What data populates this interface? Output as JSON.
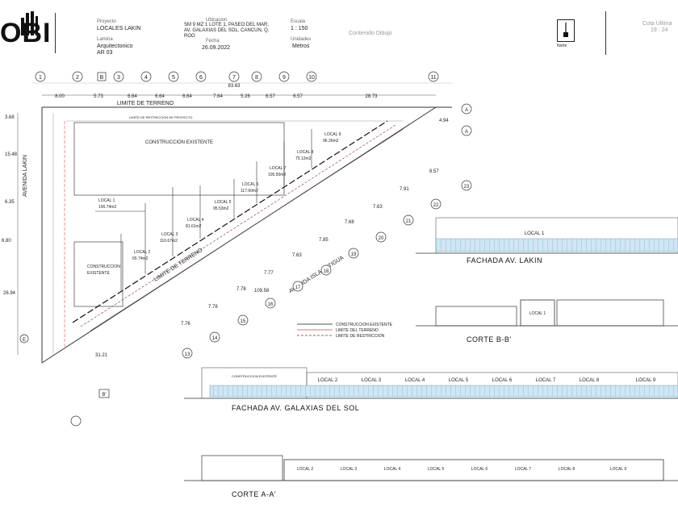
{
  "header": {
    "logo_text": "OBI",
    "field_project_label": "Proyecto",
    "project_name": "LOCALES LAKIN",
    "field_sheet_label": "Lamina",
    "sheet_name": "Arquitectonico",
    "sheet_code": "AR 03",
    "field_location_label": "Ubicacion",
    "location_line1": "SM 9 MZ 1 LOTE 1, PASEO DEL MAR,",
    "location_line2": "AV. GALAXIAS DEL SOL, CANCUN, Q.",
    "location_line3": "ROO",
    "field_date_label": "Fecha",
    "date": "26.09.2022",
    "field_scale_label": "Escala",
    "scale": "1 : 150",
    "field_units_label": "Unidades",
    "units": "Metros",
    "field_drawn_label": "Contenido Dibujo",
    "north_label": "Norte",
    "corner_top": "Cota Ultima",
    "corner_bottom": "19 : 24"
  },
  "plan": {
    "grid_labels_top": [
      "1",
      "2",
      "3",
      "4",
      "5",
      "6",
      "7",
      "8",
      "9",
      "10",
      "11"
    ],
    "section_b_label": "B",
    "dim_top": [
      "8.00",
      "5.73",
      "6.64",
      "6.64",
      "6.64",
      "7.64",
      "5.26",
      "6.57",
      "6.57",
      "28.73"
    ],
    "dim_total_top": "83.63",
    "limite_terreno_top": "LIMITE DE TERRENO",
    "limite_terreno_diag": "LIMITE DE TERRENO",
    "construccion_existente_top": "CONSTRUCCION EXISTENTE",
    "construccion_existente_left_1": "CONSTRUCCION",
    "construccion_existente_left_2": "EXISTENTE",
    "restriction_line_label": "LIMITE DE RESTRICCION DE PROYECTO",
    "avenida_lakin": "AVENIDA LAKIN",
    "avenida_isla": "AVENIDA ISLA ANTIGUA",
    "dim_left": [
      "3.68",
      "15.48",
      "6.35",
      "6.80",
      "26.94"
    ],
    "dim_right": [
      "4.94",
      "8.57"
    ],
    "dim_bottom": "31.21",
    "dim_area": "109.58",
    "diag_dims": [
      "7.91",
      "7.63",
      "7.68",
      "7.85",
      "7.63",
      "7.77",
      "7.78",
      "7.78",
      "7.76"
    ],
    "axis_letters_right": [
      "A",
      "A"
    ],
    "axis_letter_e": "E",
    "section_b_prime": "B'",
    "locales": [
      {
        "name": "LOCAL 1",
        "area": "100.74m2"
      },
      {
        "name": "LOCAL 2",
        "area": "65.74m2"
      },
      {
        "name": "LOCAL 3",
        "area": "110.67m2"
      },
      {
        "name": "LOCAL 4",
        "area": "81.61m2"
      },
      {
        "name": "LOCAL 5",
        "area": "95.53m2"
      },
      {
        "name": "LOCAL 6",
        "area": "117.60m2"
      },
      {
        "name": "LOCAL 7",
        "area": "105.50m2"
      },
      {
        "name": "LOCAL 8",
        "area": "75.12m2"
      },
      {
        "name": "LOCAL 9",
        "area": "96.26m2"
      }
    ],
    "grid_numbers_diag": [
      "13",
      "14",
      "15",
      "16",
      "17",
      "18",
      "19",
      "20",
      "21",
      "22",
      "23"
    ],
    "legend": [
      {
        "label": "CONSTRUCCION EXISTENTE",
        "color": "#555555"
      },
      {
        "label": "LIMITE DEL TERRENO",
        "color": "#d94a4a"
      },
      {
        "label": "LIMITE DE RESTRICCION",
        "color": "#8a2a2a"
      }
    ]
  },
  "views": {
    "fachada_lakin": "FACHADA AV. LAKIN",
    "fachada_lakin_local": "LOCAL 1",
    "corte_bb": "CORTE B-B'",
    "corte_bb_local": "LOCAL 1",
    "fachada_galaxias": "FACHADA AV. GALAXIAS DEL SOL",
    "fachada_galaxias_locales": [
      "LOCAL 2",
      "LOCAL 3",
      "LOCAL 4",
      "LOCAL 5",
      "LOCAL 6",
      "LOCAL 7",
      "LOCAL 8",
      "LOCAL 9"
    ],
    "corte_aa": "CORTE A-A'",
    "corte_aa_locales": [
      "LOCAL 2",
      "LOCAL 3",
      "LOCAL 4",
      "LOCAL 5",
      "LOCAL 6",
      "LOCAL 7",
      "LOCAL 8",
      "LOCAL 9"
    ],
    "existente_label": "CONSTRUCCION EXISTENTE"
  }
}
